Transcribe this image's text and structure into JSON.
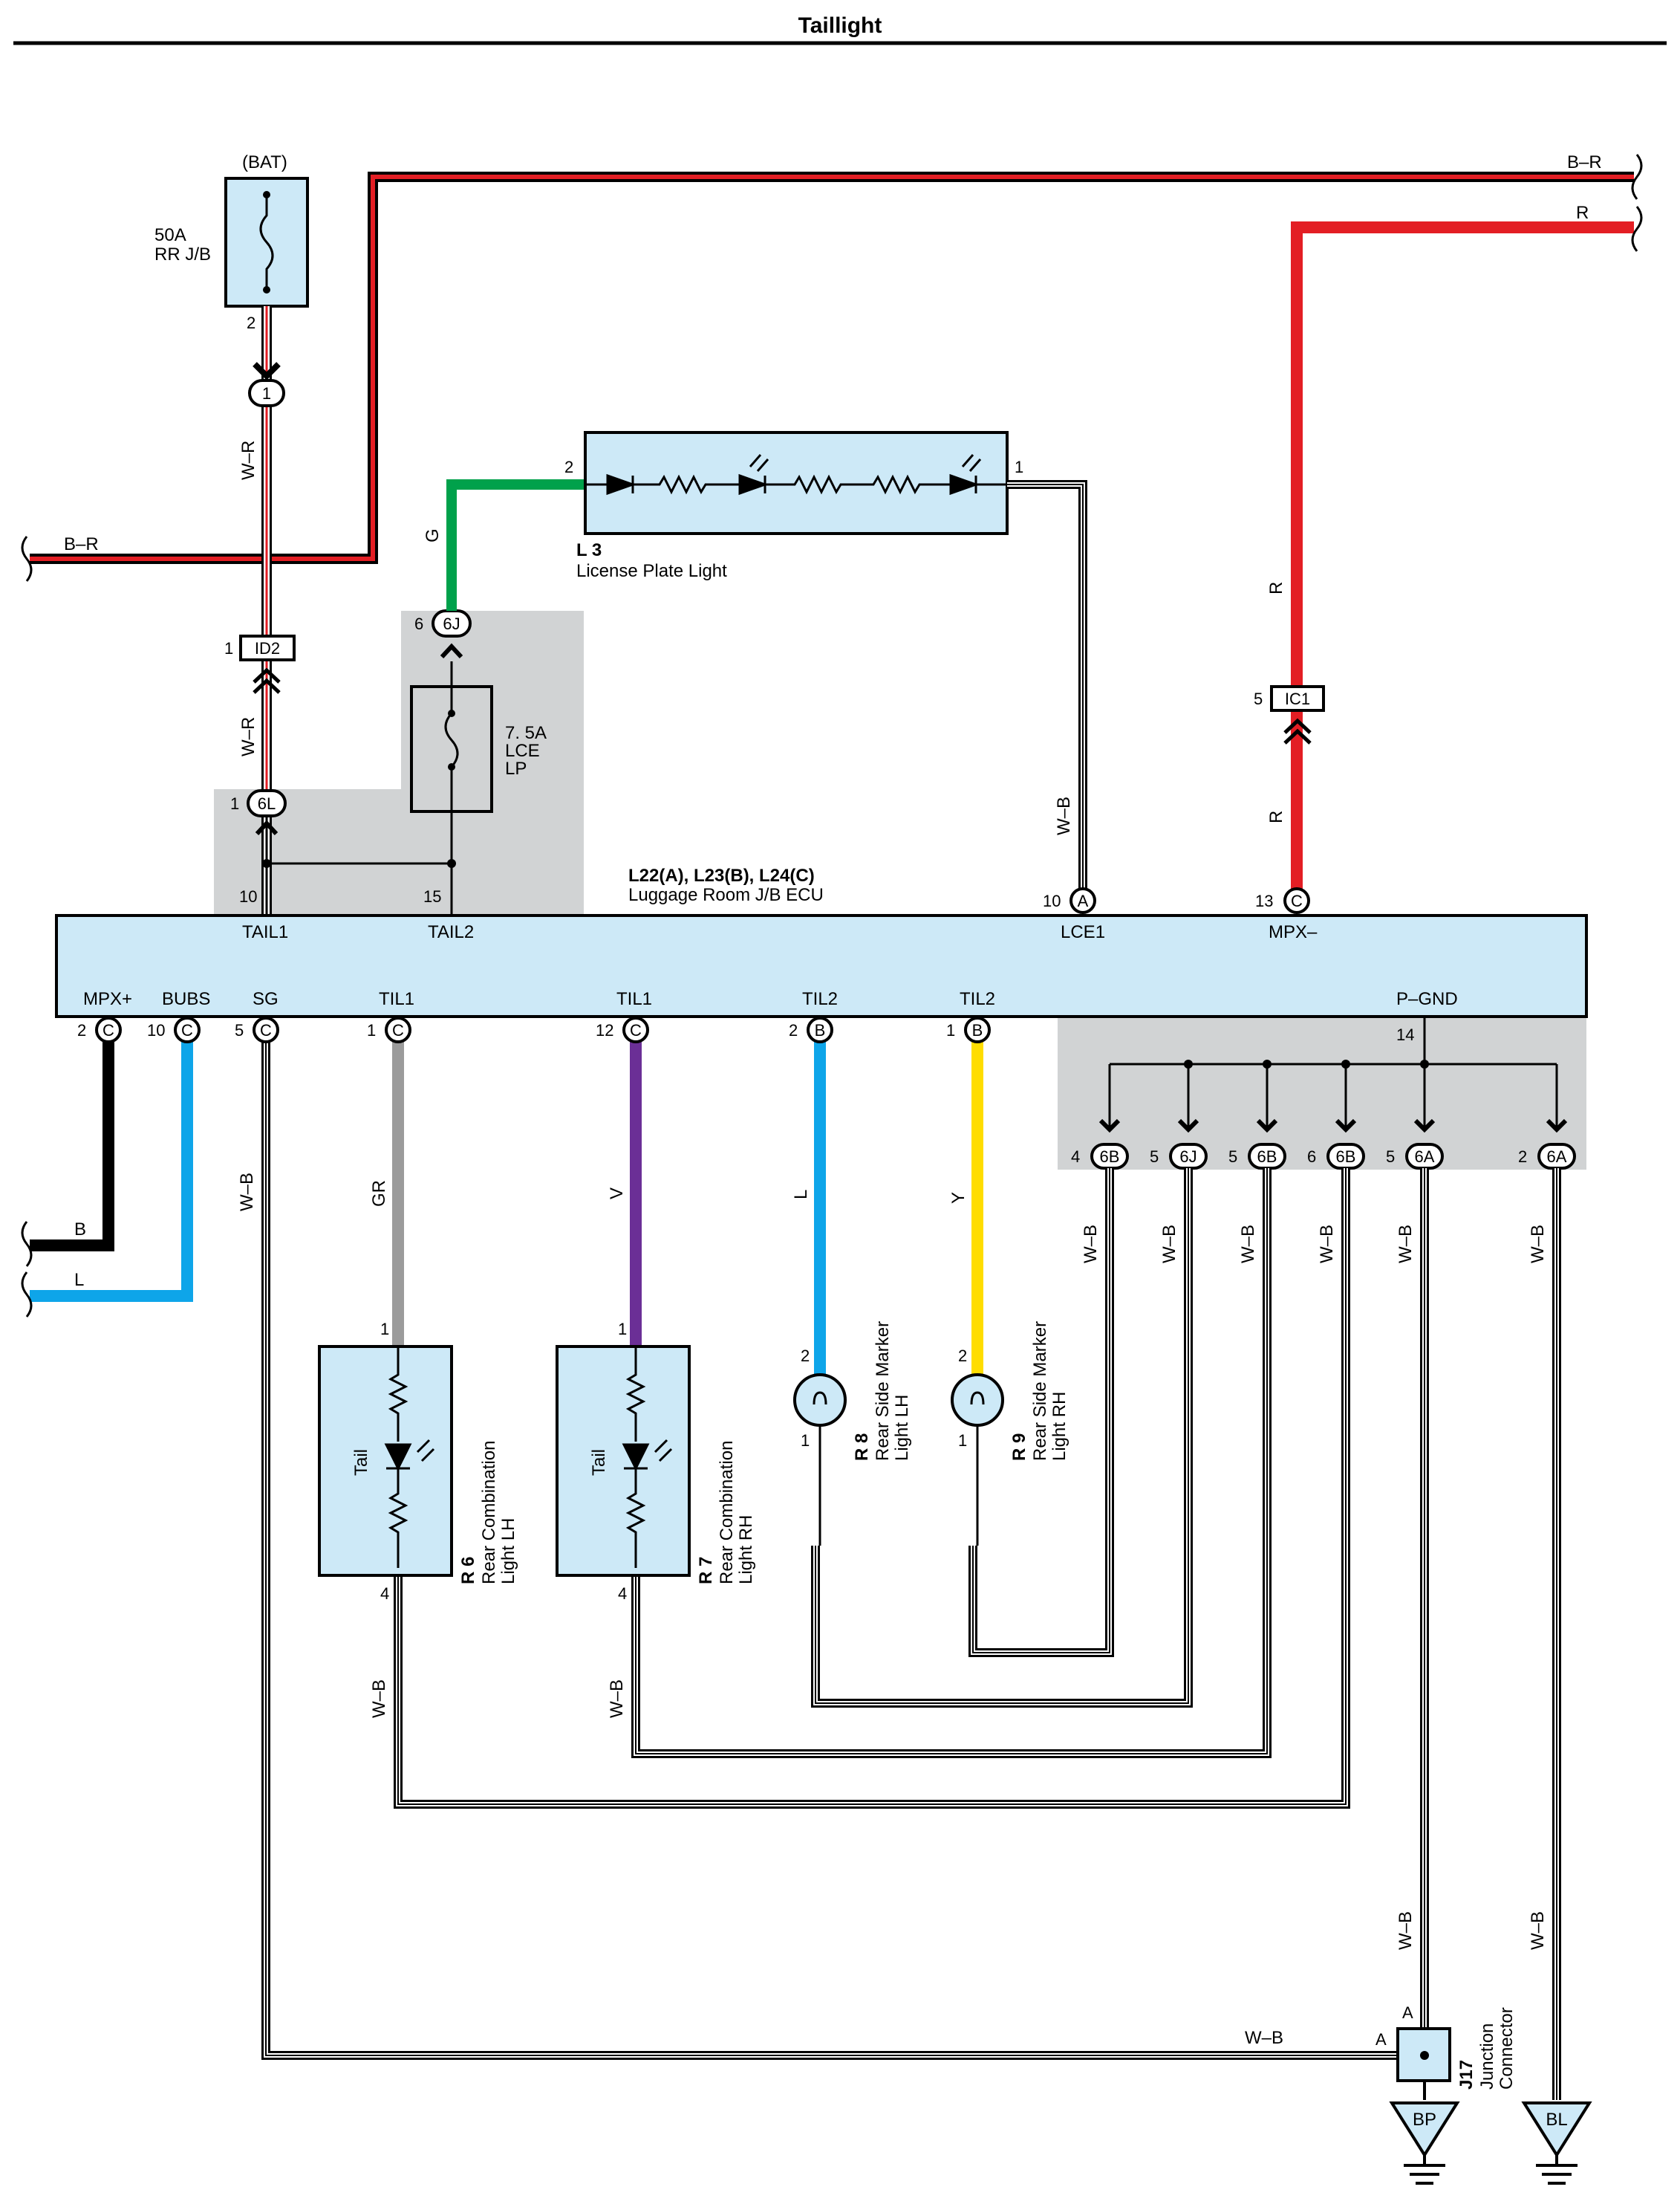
{
  "title": "Taillight",
  "power": {
    "bat_label": "(BAT)",
    "fuse_rating": "50A",
    "fuse_block": "RR J/B",
    "fuse_pin": "2",
    "conn_1": "1"
  },
  "ecu": {
    "title": "L22(A), L23(B), L24(C)",
    "subtitle": "Luggage Room J/B ECU",
    "top_terminals": [
      {
        "pin": "10",
        "name": "TAIL1"
      },
      {
        "pin": "15",
        "name": "TAIL2"
      },
      {
        "pin": "10",
        "conn": "A",
        "name": "LCE1"
      },
      {
        "pin": "13",
        "conn": "C",
        "name": "MPX–"
      }
    ],
    "bottom_terminals": [
      {
        "pin": "2",
        "conn": "C",
        "name": "MPX+"
      },
      {
        "pin": "10",
        "conn": "C",
        "name": "BUBS"
      },
      {
        "pin": "5",
        "conn": "C",
        "name": "SG"
      },
      {
        "pin": "1",
        "conn": "C",
        "name": "TIL1"
      },
      {
        "pin": "12",
        "conn": "C",
        "name": "TIL1"
      },
      {
        "pin": "2",
        "conn": "B",
        "name": "TIL2"
      },
      {
        "pin": "1",
        "conn": "B",
        "name": "TIL2"
      },
      {
        "pin": "14",
        "name": "P–GND"
      }
    ]
  },
  "fuse_lce": {
    "line1": "7. 5A",
    "line2": "LCE",
    "line3": "LP"
  },
  "connectors": {
    "c6L": {
      "pin": "1",
      "id": "6L"
    },
    "c6J": {
      "pin": "6",
      "id": "6J"
    },
    "id2": {
      "pin": "1",
      "id": "ID2"
    },
    "ic1": {
      "pin": "5",
      "id": "IC1"
    }
  },
  "license_light": {
    "code": "L 3",
    "name": "License Plate Light",
    "pin_left": "2",
    "pin_right": "1"
  },
  "r6": {
    "code": "R 6",
    "line1": "Rear Combination",
    "line2": "Light LH",
    "inner": "Tail",
    "pin_top": "1",
    "pin_bottom": "4"
  },
  "r7": {
    "code": "R 7",
    "line1": "Rear Combination",
    "line2": "Light RH",
    "inner": "Tail",
    "pin_top": "1",
    "pin_bottom": "4"
  },
  "r8": {
    "code": "R 8",
    "line1": "Rear Side Marker",
    "line2": "Light LH",
    "pin_top": "2",
    "pin_bottom": "1"
  },
  "r9": {
    "code": "R 9",
    "line1": "Rear Side Marker",
    "line2": "Light RH",
    "pin_top": "2",
    "pin_bottom": "1"
  },
  "ground_connectors": [
    {
      "pin": "4",
      "id": "6B"
    },
    {
      "pin": "5",
      "id": "6J"
    },
    {
      "pin": "5",
      "id": "6B"
    },
    {
      "pin": "6",
      "id": "6B"
    },
    {
      "pin": "5",
      "id": "6A"
    },
    {
      "pin": "2",
      "id": "6A"
    }
  ],
  "j17": {
    "code": "J17",
    "line1": "Junction",
    "line2": "Connector",
    "pin_top": "A",
    "pin_left": "A"
  },
  "grounds": {
    "bp": "BP",
    "bl": "BL"
  },
  "wire_colors": {
    "br": "B–R",
    "r": "R",
    "wr": "W–R",
    "g": "G",
    "wb": "W–B",
    "b": "B",
    "l": "L",
    "gr": "GR",
    "v": "V",
    "y": "Y"
  },
  "colors": {
    "red": "#e31e24",
    "green": "#00a14b",
    "gray": "#9b9b9b",
    "violet": "#6b2f96",
    "blue": "#0ea5e9",
    "yellow": "#ffdd00",
    "box": "#cde9f7",
    "shade": "#d1d3d4"
  }
}
